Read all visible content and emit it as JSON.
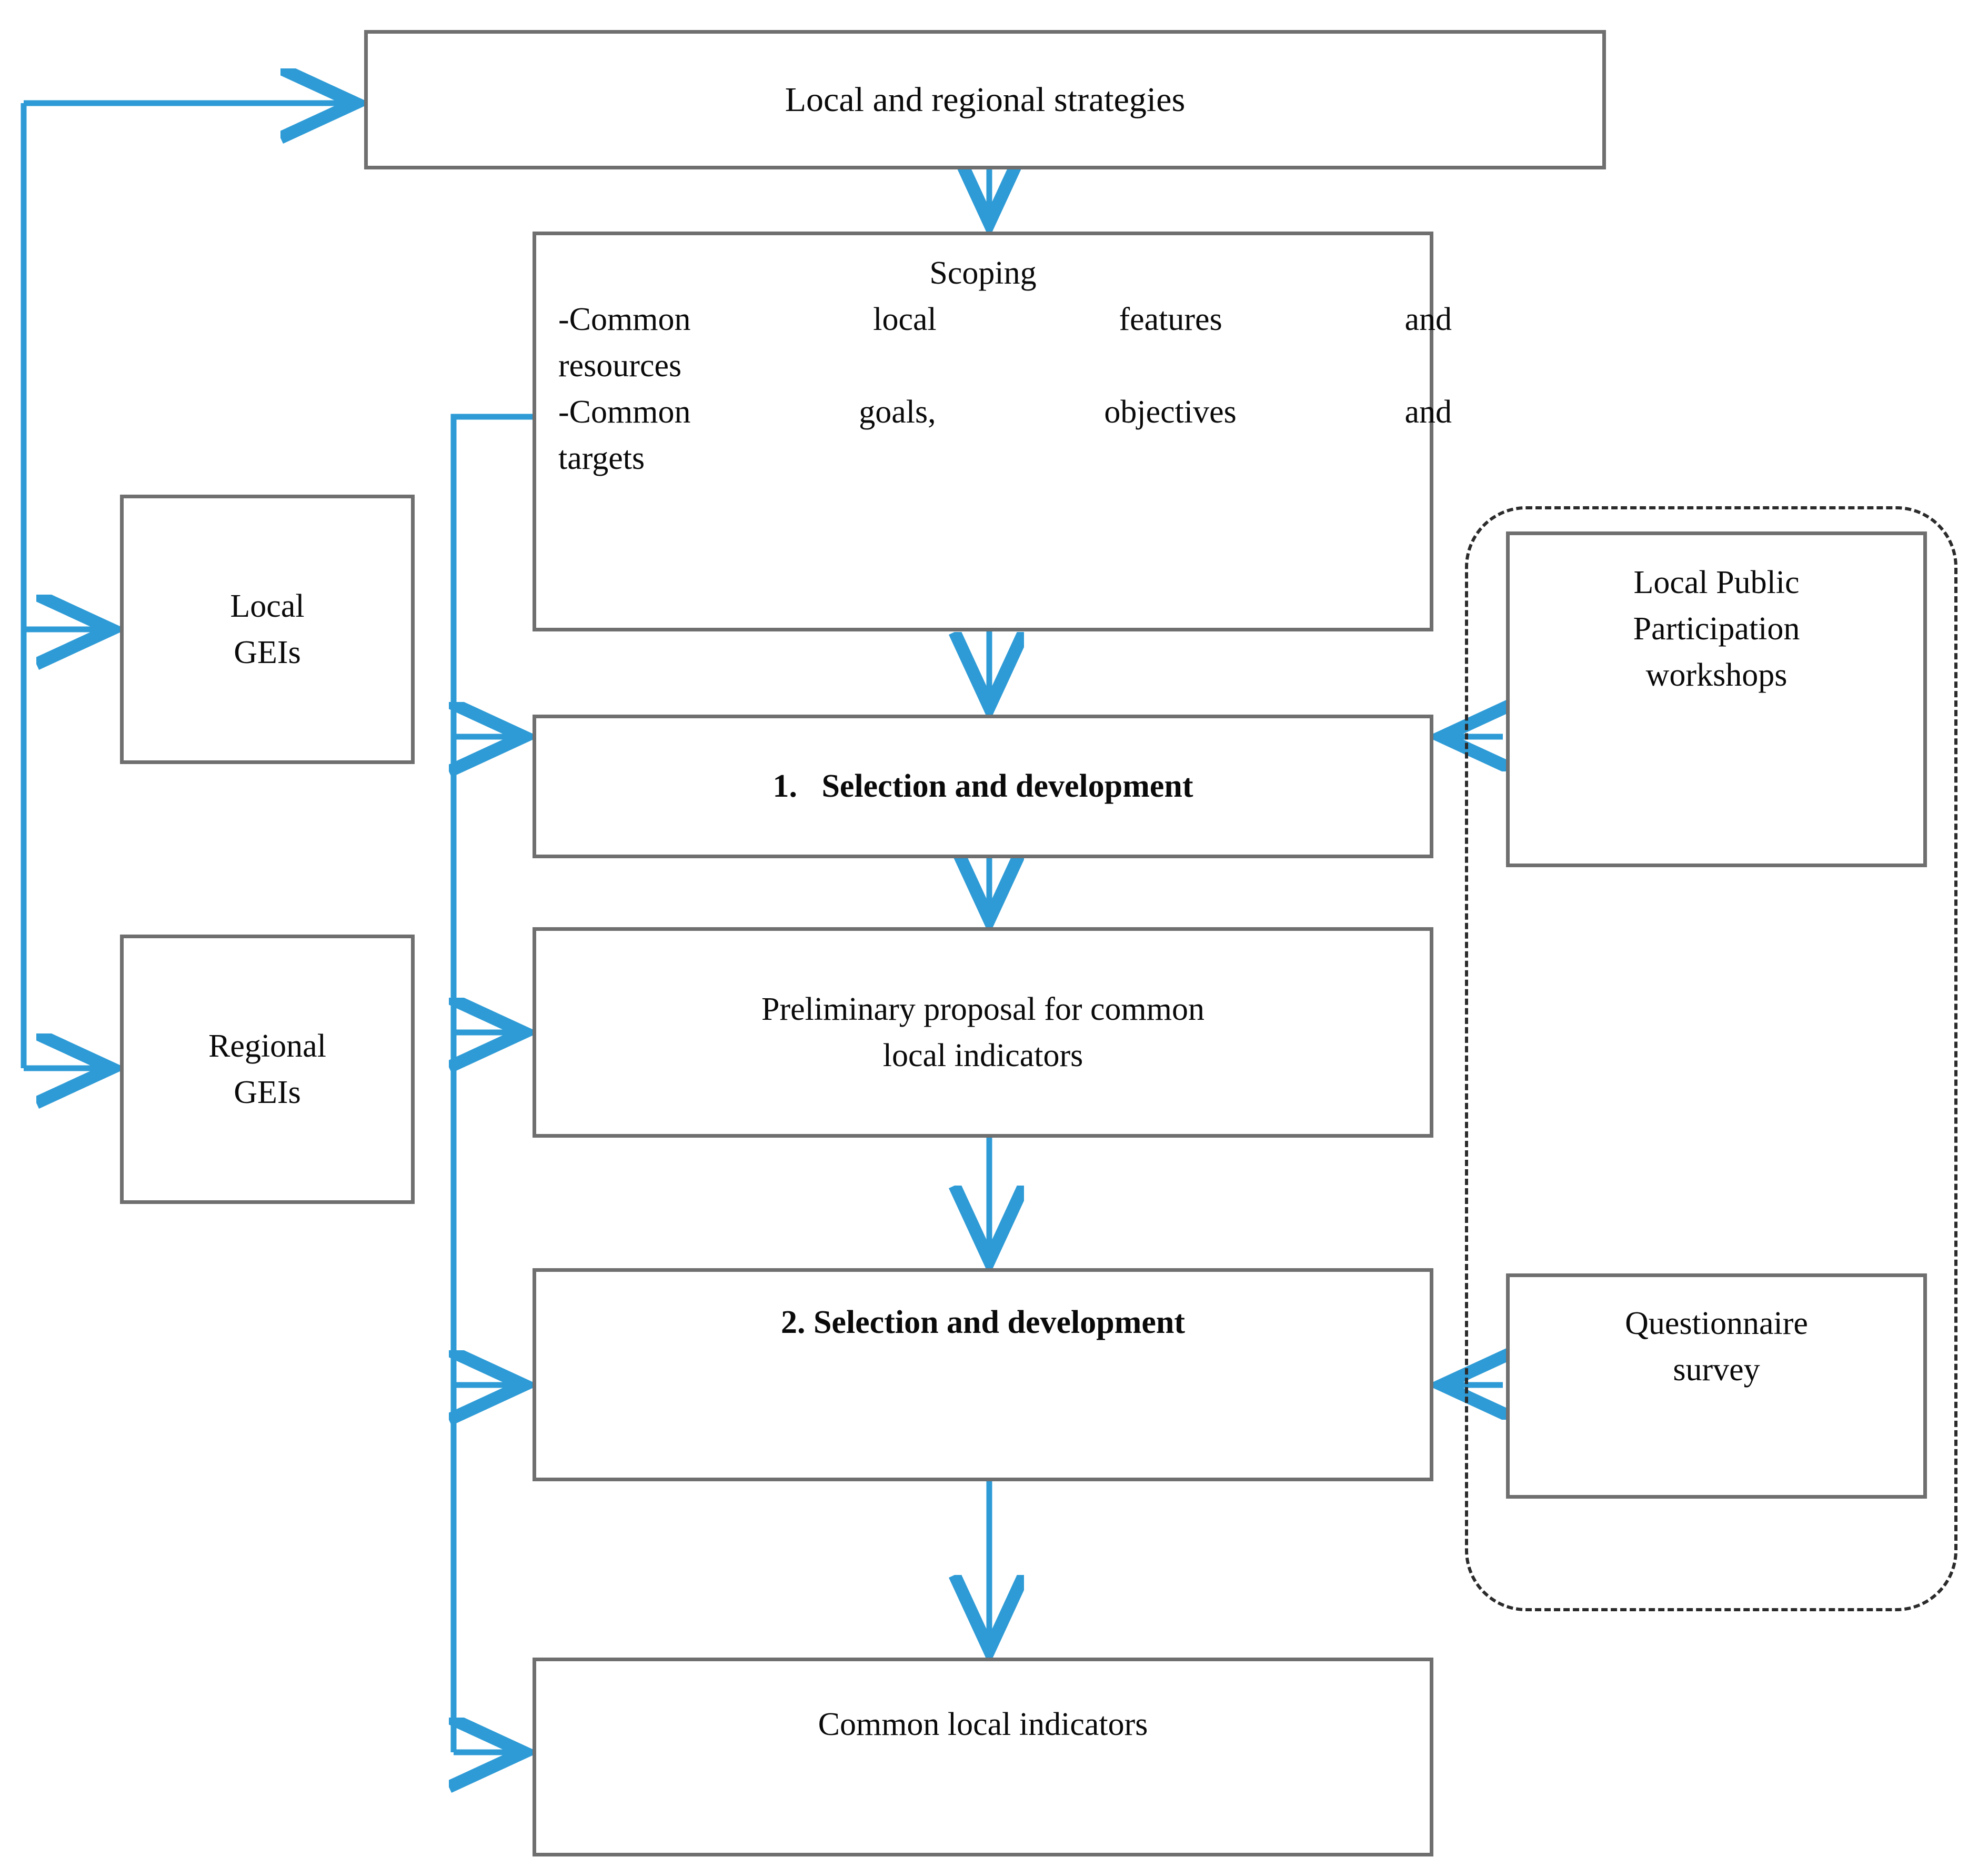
{
  "diagram": {
    "title_node": {
      "label": "Local and regional strategies"
    },
    "scoping": {
      "heading": "Scoping",
      "line1": "-Common local features and",
      "line2": "resources",
      "line3": "-Common goals, objectives and",
      "line4": "targets"
    },
    "step1": {
      "label": "1.   Selection and development"
    },
    "preliminary": {
      "line1": "Preliminary proposal for common",
      "line2": "local indicators"
    },
    "step2": {
      "label": "2. Selection and development"
    },
    "outcome": {
      "label": "Common local indicators"
    },
    "local_geis": {
      "line1": "Local",
      "line2": "GEIs"
    },
    "regional_geis": {
      "line1": "Regional",
      "line2": "GEIs"
    },
    "workshops": {
      "line1": "Local Public",
      "line2": "Participation",
      "line3": "workshops"
    },
    "questionnaire": {
      "line1": "Questionnaire",
      "line2": "survey"
    },
    "colors": {
      "arrow": "#2E9BD6",
      "box_border": "#6f6f6f",
      "dashed_border": "#2b2b2b",
      "text": "#0a0a0a",
      "background": "#ffffff"
    },
    "connectors": [
      {
        "name": "left-trunk-to-strategies",
        "from": "Local GEIs / Regional GEIs feedback",
        "to": "Local and regional strategies"
      },
      {
        "name": "left-trunk-to-local-geis",
        "from": "left trunk",
        "to": "Local GEIs"
      },
      {
        "name": "left-trunk-to-regional-geis",
        "from": "left trunk",
        "to": "Regional GEIs"
      },
      {
        "name": "strategies-to-scoping",
        "from": "Local and regional strategies",
        "to": "Scoping"
      },
      {
        "name": "scoping-to-step1",
        "from": "Scoping",
        "to": "1. Selection and development"
      },
      {
        "name": "step1-to-preliminary",
        "from": "1. Selection and development",
        "to": "Preliminary proposal for common local indicators"
      },
      {
        "name": "preliminary-to-step2",
        "from": "Preliminary proposal for common local indicators",
        "to": "2. Selection and development"
      },
      {
        "name": "step2-to-outcome",
        "from": "2. Selection and development",
        "to": "Common local indicators"
      },
      {
        "name": "mid-trunk-to-step1",
        "from": "mid trunk",
        "to": "1. Selection and development"
      },
      {
        "name": "mid-trunk-to-preliminary",
        "from": "mid trunk",
        "to": "Preliminary proposal for common local indicators"
      },
      {
        "name": "mid-trunk-to-step2",
        "from": "mid trunk",
        "to": "2. Selection and development"
      },
      {
        "name": "mid-trunk-to-outcome",
        "from": "mid trunk",
        "to": "Common local indicators"
      },
      {
        "name": "workshops-to-step1",
        "from": "Local Public Participation workshops",
        "to": "1. Selection and development"
      },
      {
        "name": "questionnaire-to-step2",
        "from": "Questionnaire survey",
        "to": "2. Selection and development"
      }
    ]
  }
}
